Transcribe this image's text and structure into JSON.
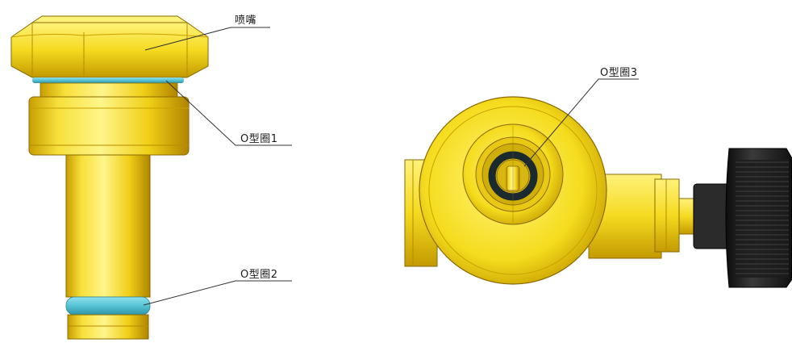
{
  "labels": {
    "nozzle": "喷嘴",
    "oring1": "O型圈1",
    "oring2": "O型圈2",
    "oring3": "O型圈3"
  },
  "colors": {
    "brass_light": "#fff36a",
    "brass_mid": "#f2d418",
    "brass_dark": "#b98e00",
    "oring": "#5fc8d8",
    "knob": "#1e1e1e",
    "leader": "#333333"
  },
  "icons": [
    "nozzle-part",
    "o-ring",
    "valve-body",
    "knurled-knob"
  ]
}
